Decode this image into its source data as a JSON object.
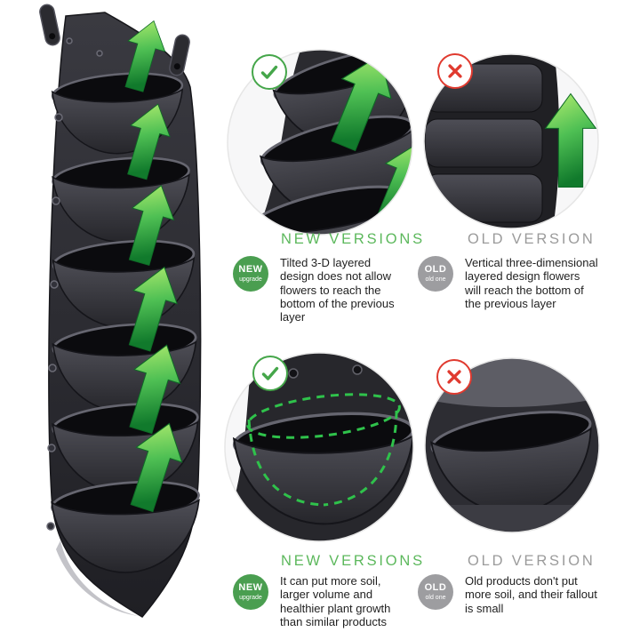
{
  "colors": {
    "heading_green": "#5cb85c",
    "heading_gray": "#9b9b9b",
    "badge_green": "#4a9e50",
    "badge_gray": "#9d9da0",
    "arrow_green_light": "#b7ef70",
    "arrow_green_dark": "#117a2c",
    "check_green": "#45a64a",
    "cross_red": "#e03a2f",
    "body_text": "#1f1f1f"
  },
  "icons": {
    "check": "✓",
    "cross": "✕",
    "up_arrow": "↑"
  },
  "planter": {
    "pocket_count": 6
  },
  "row1": {
    "new": {
      "heading": "NEW VERSIONS",
      "badge_line1": "NEW",
      "badge_line2": "upgrade",
      "description": "Tilted 3-D layered design does not allow flowers to reach the bottom of the previous layer",
      "mark": "check"
    },
    "old": {
      "heading": "OLD VERSION",
      "badge_line1": "OLD",
      "badge_line2": "old one",
      "description": "Vertical three-dimensional layered design flowers will reach the bottom of the previous layer",
      "mark": "cross"
    }
  },
  "row2": {
    "new": {
      "heading": "NEW VERSIONS",
      "badge_line1": "NEW",
      "badge_line2": "upgrade",
      "description": "It can put more soil, larger volume and healthier plant growth than similar products",
      "mark": "check"
    },
    "old": {
      "heading": "OLD VERSION",
      "badge_line1": "OLD",
      "badge_line2": "old one",
      "description": "Old products don't put more soil, and their fallout is small",
      "mark": "cross"
    }
  }
}
